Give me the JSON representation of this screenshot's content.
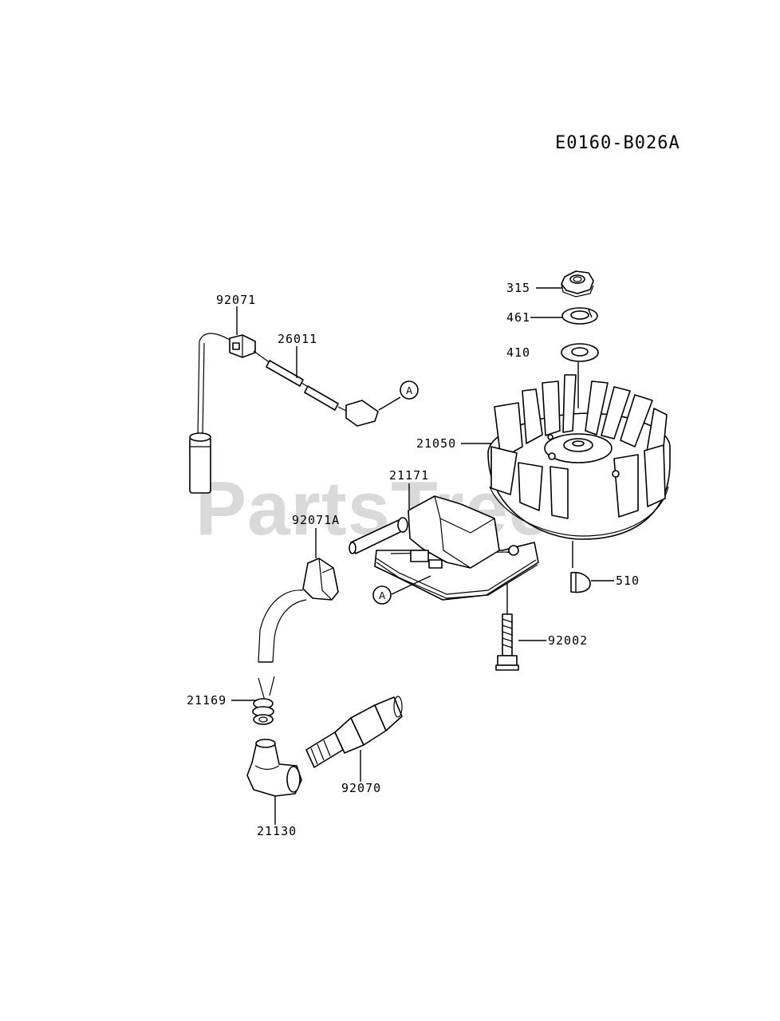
{
  "diagram_code": "E0160-B026A",
  "watermark": {
    "text": "PartsTree",
    "tm": "™"
  },
  "callouts": {
    "p315": "315",
    "p461": "461",
    "p410": "410",
    "p21050": "21050",
    "p510": "510",
    "p92002": "92002",
    "p92071": "92071",
    "p26011": "26011",
    "p21171": "21171",
    "p92071A": "92071A",
    "p21169": "21169",
    "p92070": "92070",
    "p21130": "21130"
  },
  "ref_markers": {
    "a1": "A",
    "a2": "A"
  }
}
